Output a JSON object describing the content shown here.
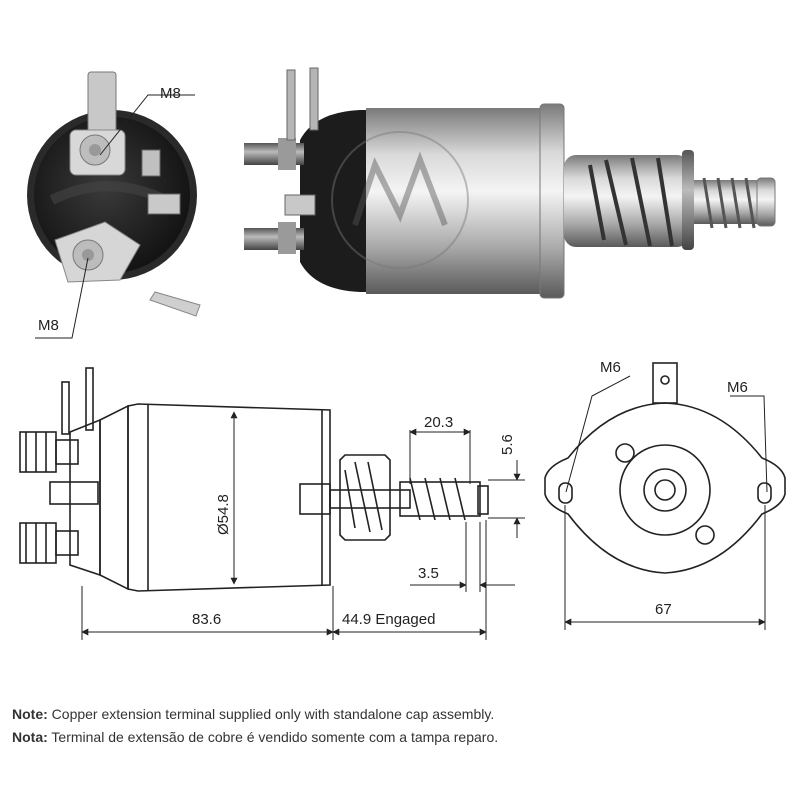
{
  "callouts": {
    "top_bolt": "M8",
    "bottom_bolt": "M8",
    "left_hole": "M6",
    "right_hole": "M6"
  },
  "dimensions": {
    "body_diameter": "Ø54.8",
    "body_length": "83.6",
    "plunger_travel": "44.9 Engaged",
    "spring_length": "20.3",
    "plunger_step": "5.6",
    "plunger_tip": "3.5",
    "mount_width": "67"
  },
  "notes": [
    {
      "label": "Note:",
      "text": " Copper extension terminal supplied only with standalone cap assembly."
    },
    {
      "label": "Nota:",
      "text": " Terminal de extensão de cobre é vendido somente com a tampa reparo."
    }
  ]
}
